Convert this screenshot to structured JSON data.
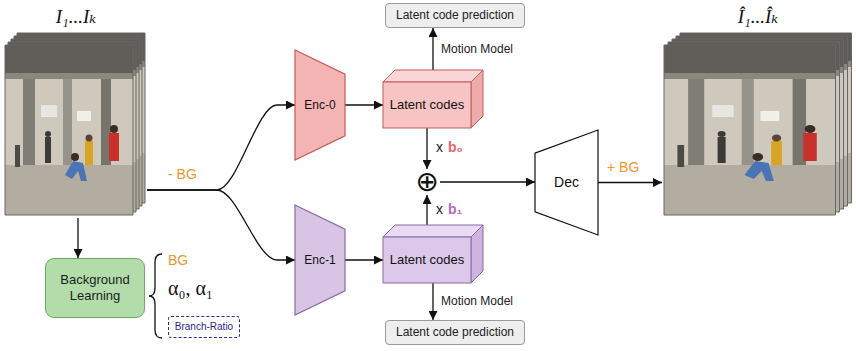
{
  "diagram": {
    "nodes": [
      {
        "text": [
          "I₁...Iₖ"
        ]
      },
      {
        "text": [
          "Latent code prediction"
        ]
      },
      {
        "text": [
          "Enc-0"
        ]
      },
      {
        "text": [
          "Latent codes"
        ]
      },
      {
        "text": [
          "⊕"
        ]
      },
      {
        "text": [
          "Enc-1"
        ]
      },
      {
        "text": [
          "Latent codes"
        ]
      },
      {
        "text": [
          "Latent code prediction"
        ]
      },
      {
        "text": [
          "Dec"
        ]
      },
      {
        "text": [
          "Î₁...Îₖ"
        ]
      },
      {
        "text": [
          "Background Learning"
        ]
      },
      {
        "text": [
          "Branch-Ratio"
        ]
      }
    ],
    "edges": [
      {
        "from": 0,
        "to": 2,
        "arrow": "to"
      },
      {
        "from": 0,
        "to": 5,
        "arrow": "to"
      },
      {
        "from": 0,
        "to": 10,
        "arrow": "to"
      },
      {
        "from": 2,
        "to": 3,
        "arrow": "to"
      },
      {
        "from": 3,
        "to": 1,
        "arrow": "to",
        "label": "Motion Model"
      },
      {
        "from": 3,
        "to": 4,
        "arrow": "to"
      },
      {
        "from": 5,
        "to": 6,
        "arrow": "to"
      },
      {
        "from": 6,
        "to": 7,
        "arrow": "to",
        "label": "Motion Model"
      },
      {
        "from": 6,
        "to": 4,
        "arrow": "to"
      },
      {
        "from": 4,
        "to": 8,
        "arrow": "to"
      },
      {
        "from": 8,
        "to": 9,
        "arrow": "to"
      }
    ],
    "labels": [
      "- BG",
      "x",
      "b₀",
      "x",
      "b₁",
      "+ BG",
      "BG",
      "α₀, α₁"
    ]
  }
}
